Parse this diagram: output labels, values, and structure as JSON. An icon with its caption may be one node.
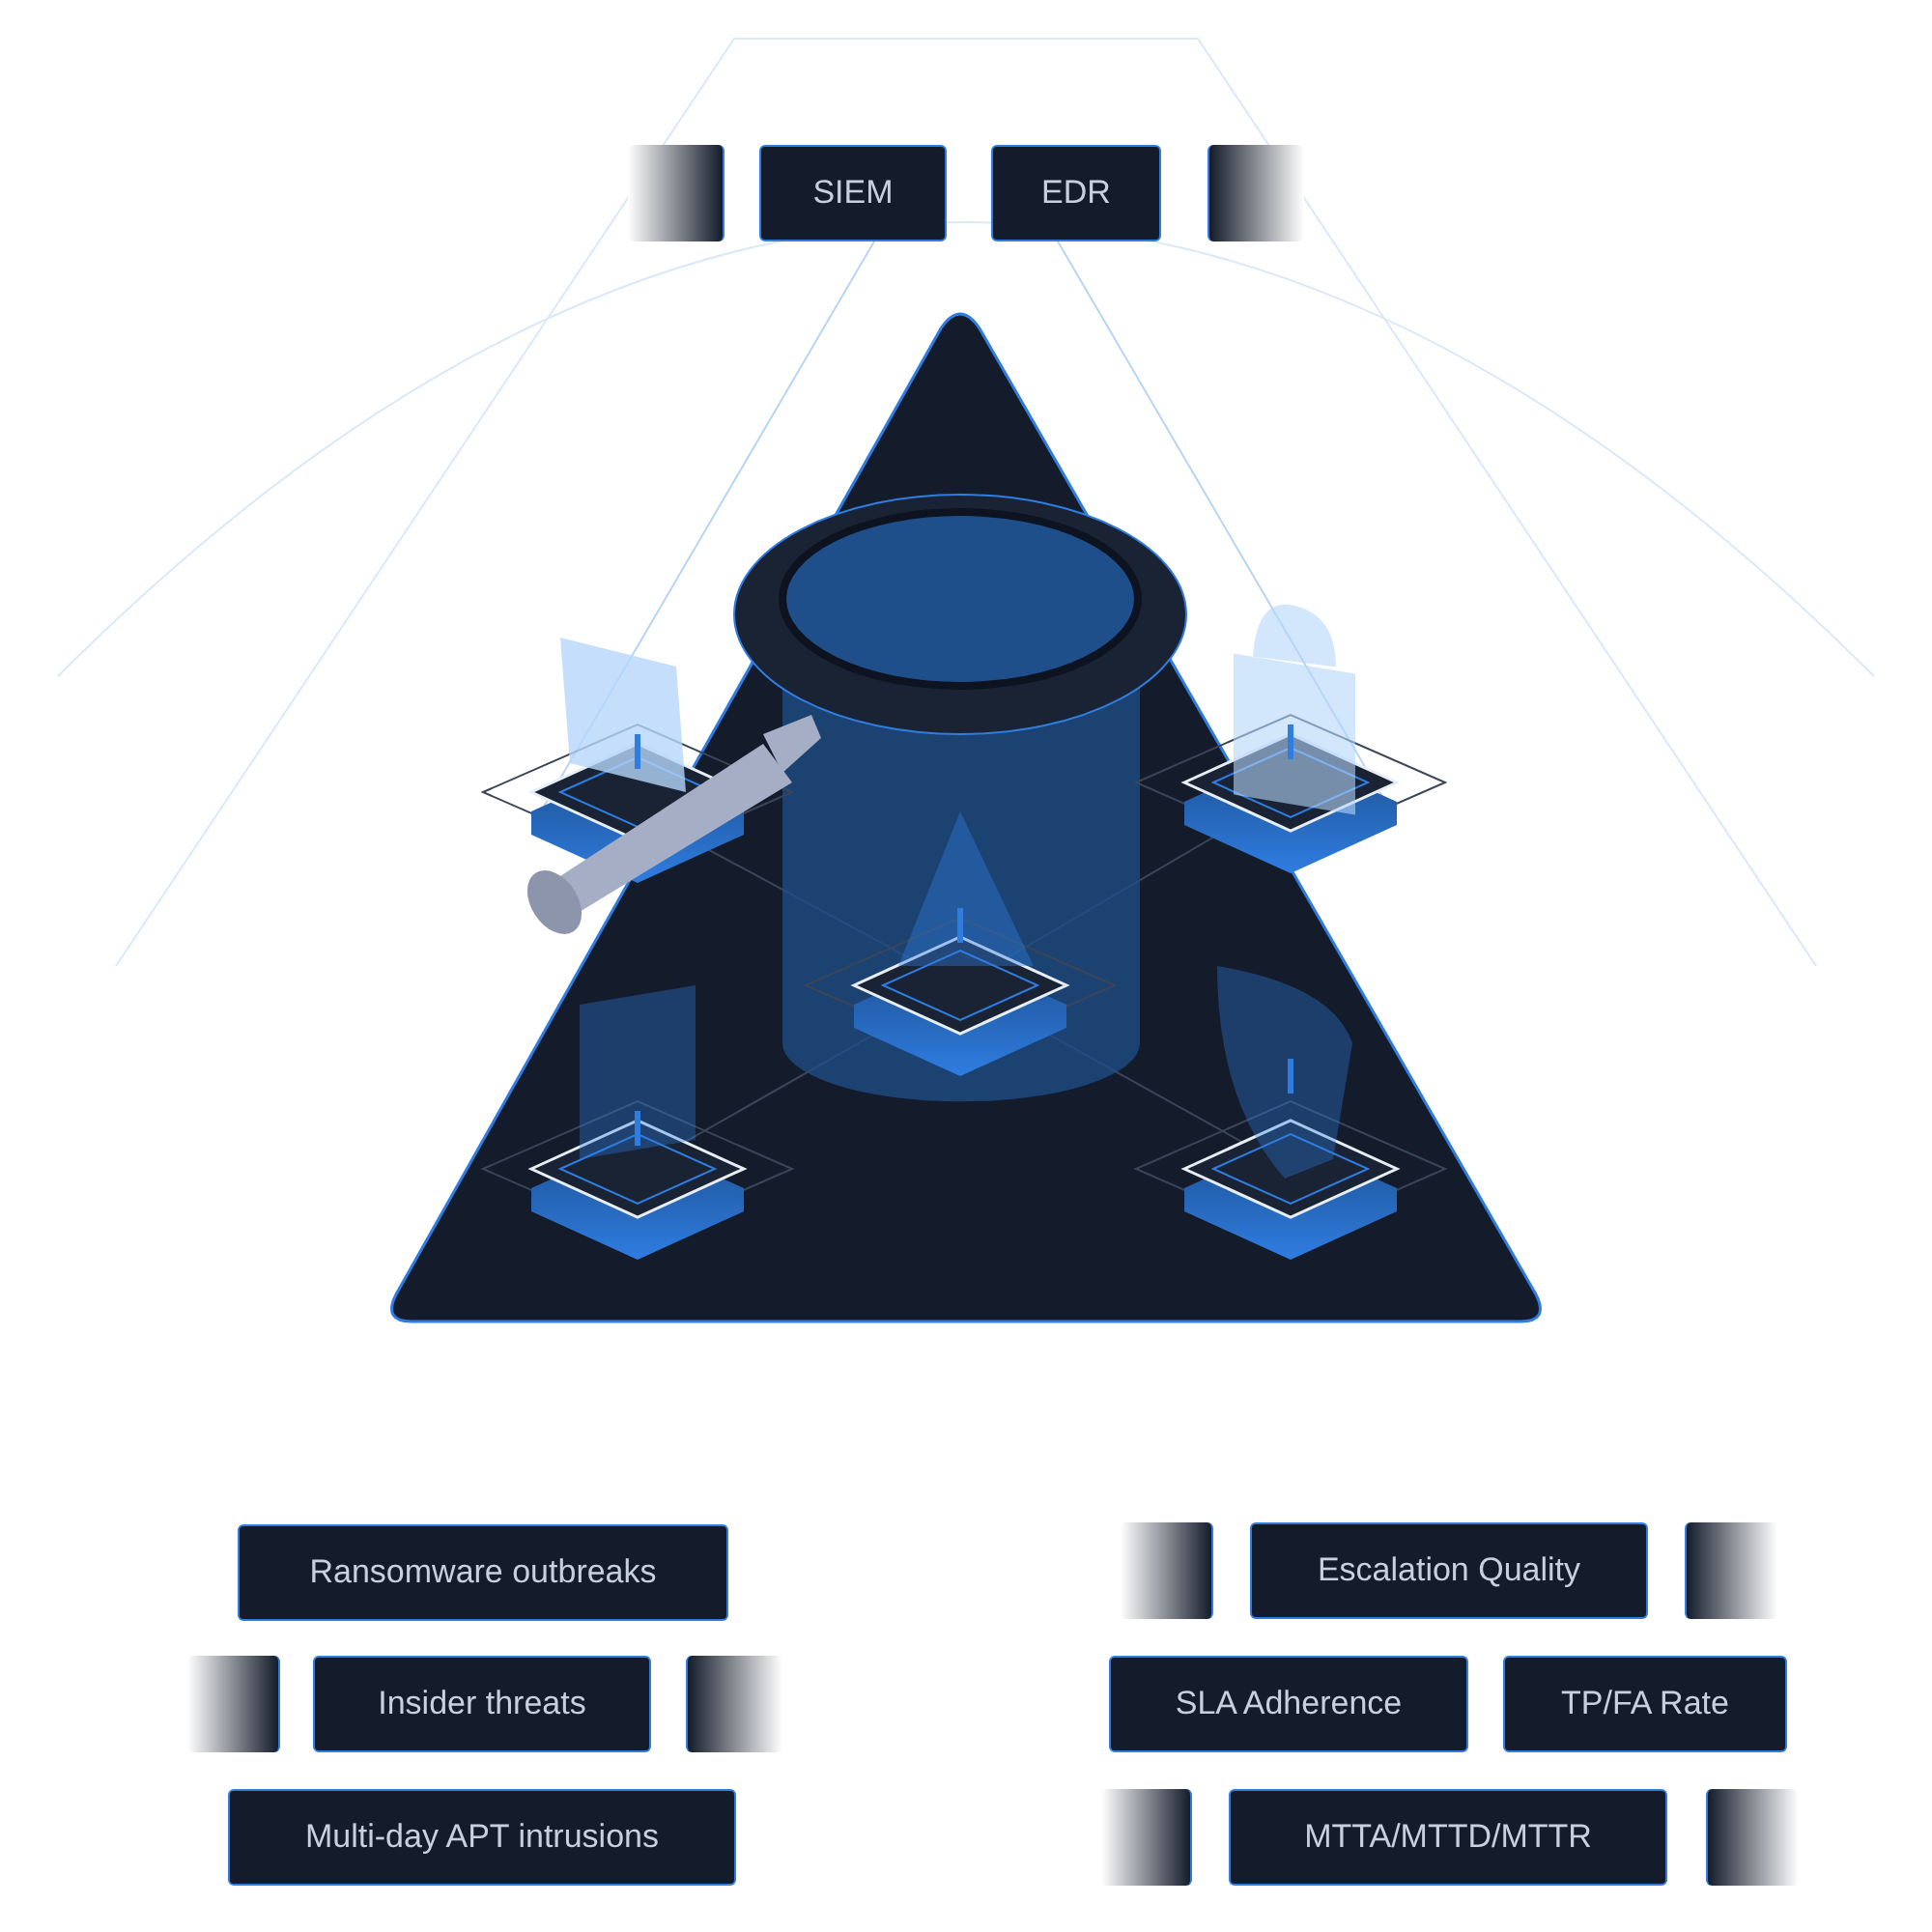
{
  "diagram": {
    "nodes": [
      {
        "text": [],
        "shape": "box"
      },
      {
        "text": [
          "SIEM"
        ]
      },
      {
        "text": [
          "EDR"
        ]
      },
      {
        "text": [],
        "shape": "box"
      },
      {
        "text": [
          "Ransomware outbreaks"
        ]
      },
      {
        "text": [],
        "shape": "box"
      },
      {
        "text": [
          "Escalation Quality"
        ]
      },
      {
        "text": [],
        "shape": "box"
      },
      {
        "text": [],
        "shape": "box"
      },
      {
        "text": [
          "Insider threats"
        ]
      },
      {
        "text": [],
        "shape": "box"
      },
      {
        "text": [
          "SLA Adherence"
        ]
      },
      {
        "text": [
          "TP/FA Rate"
        ]
      },
      {
        "text": [
          "Multi-day APT intrusions"
        ]
      },
      {
        "text": [],
        "shape": "box"
      },
      {
        "text": [
          "MTTA/MTTD/MTTR"
        ]
      },
      {
        "text": [],
        "shape": "box"
      }
    ]
  }
}
